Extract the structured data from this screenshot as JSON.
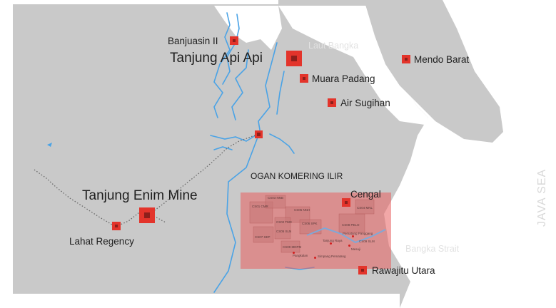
{
  "labels": {
    "banjuasin": "Banjuasin II",
    "tanjung_api_api": "Tanjung Api Api",
    "laut_bangka": "Laut Bangka",
    "mendo_barat": "Mendo Barat",
    "muara_padang": "Muara Padang",
    "air_sugihan": "Air Sugihan",
    "ogan_komering_ilir": "OGAN KOMERING ILIR",
    "cengal": "Cengal",
    "tanjung_enim_mine": "Tanjung Enim Mine",
    "lahat_regency": "Lahat Regency",
    "bangka_strait": "Bangka Strait",
    "rawajitu_utara": "Rawajitu Utara",
    "java_sea": "JAVA SEA"
  },
  "concession_labels": [
    "CS03 NNB",
    "CS01 CMR",
    "CS05 NNH",
    "CS02 TMC",
    "CS06 SPK",
    "CS04 MNL",
    "CS05 SLN",
    "CS08 PELO",
    "CS07 SEP",
    "CS09 SLM",
    "CS09 MDPM"
  ],
  "settlement_labels": [
    "Pematang Panggang",
    "Tanjung Raya",
    "Mesuji",
    "Pangkalan",
    "Simpang Pematang"
  ],
  "colors": {
    "land": "#c9c9c9",
    "water": "#ffffff",
    "river": "#4aa3e6",
    "marker": "#e3342b",
    "highlight": "rgba(232,95,95,0.55)"
  }
}
